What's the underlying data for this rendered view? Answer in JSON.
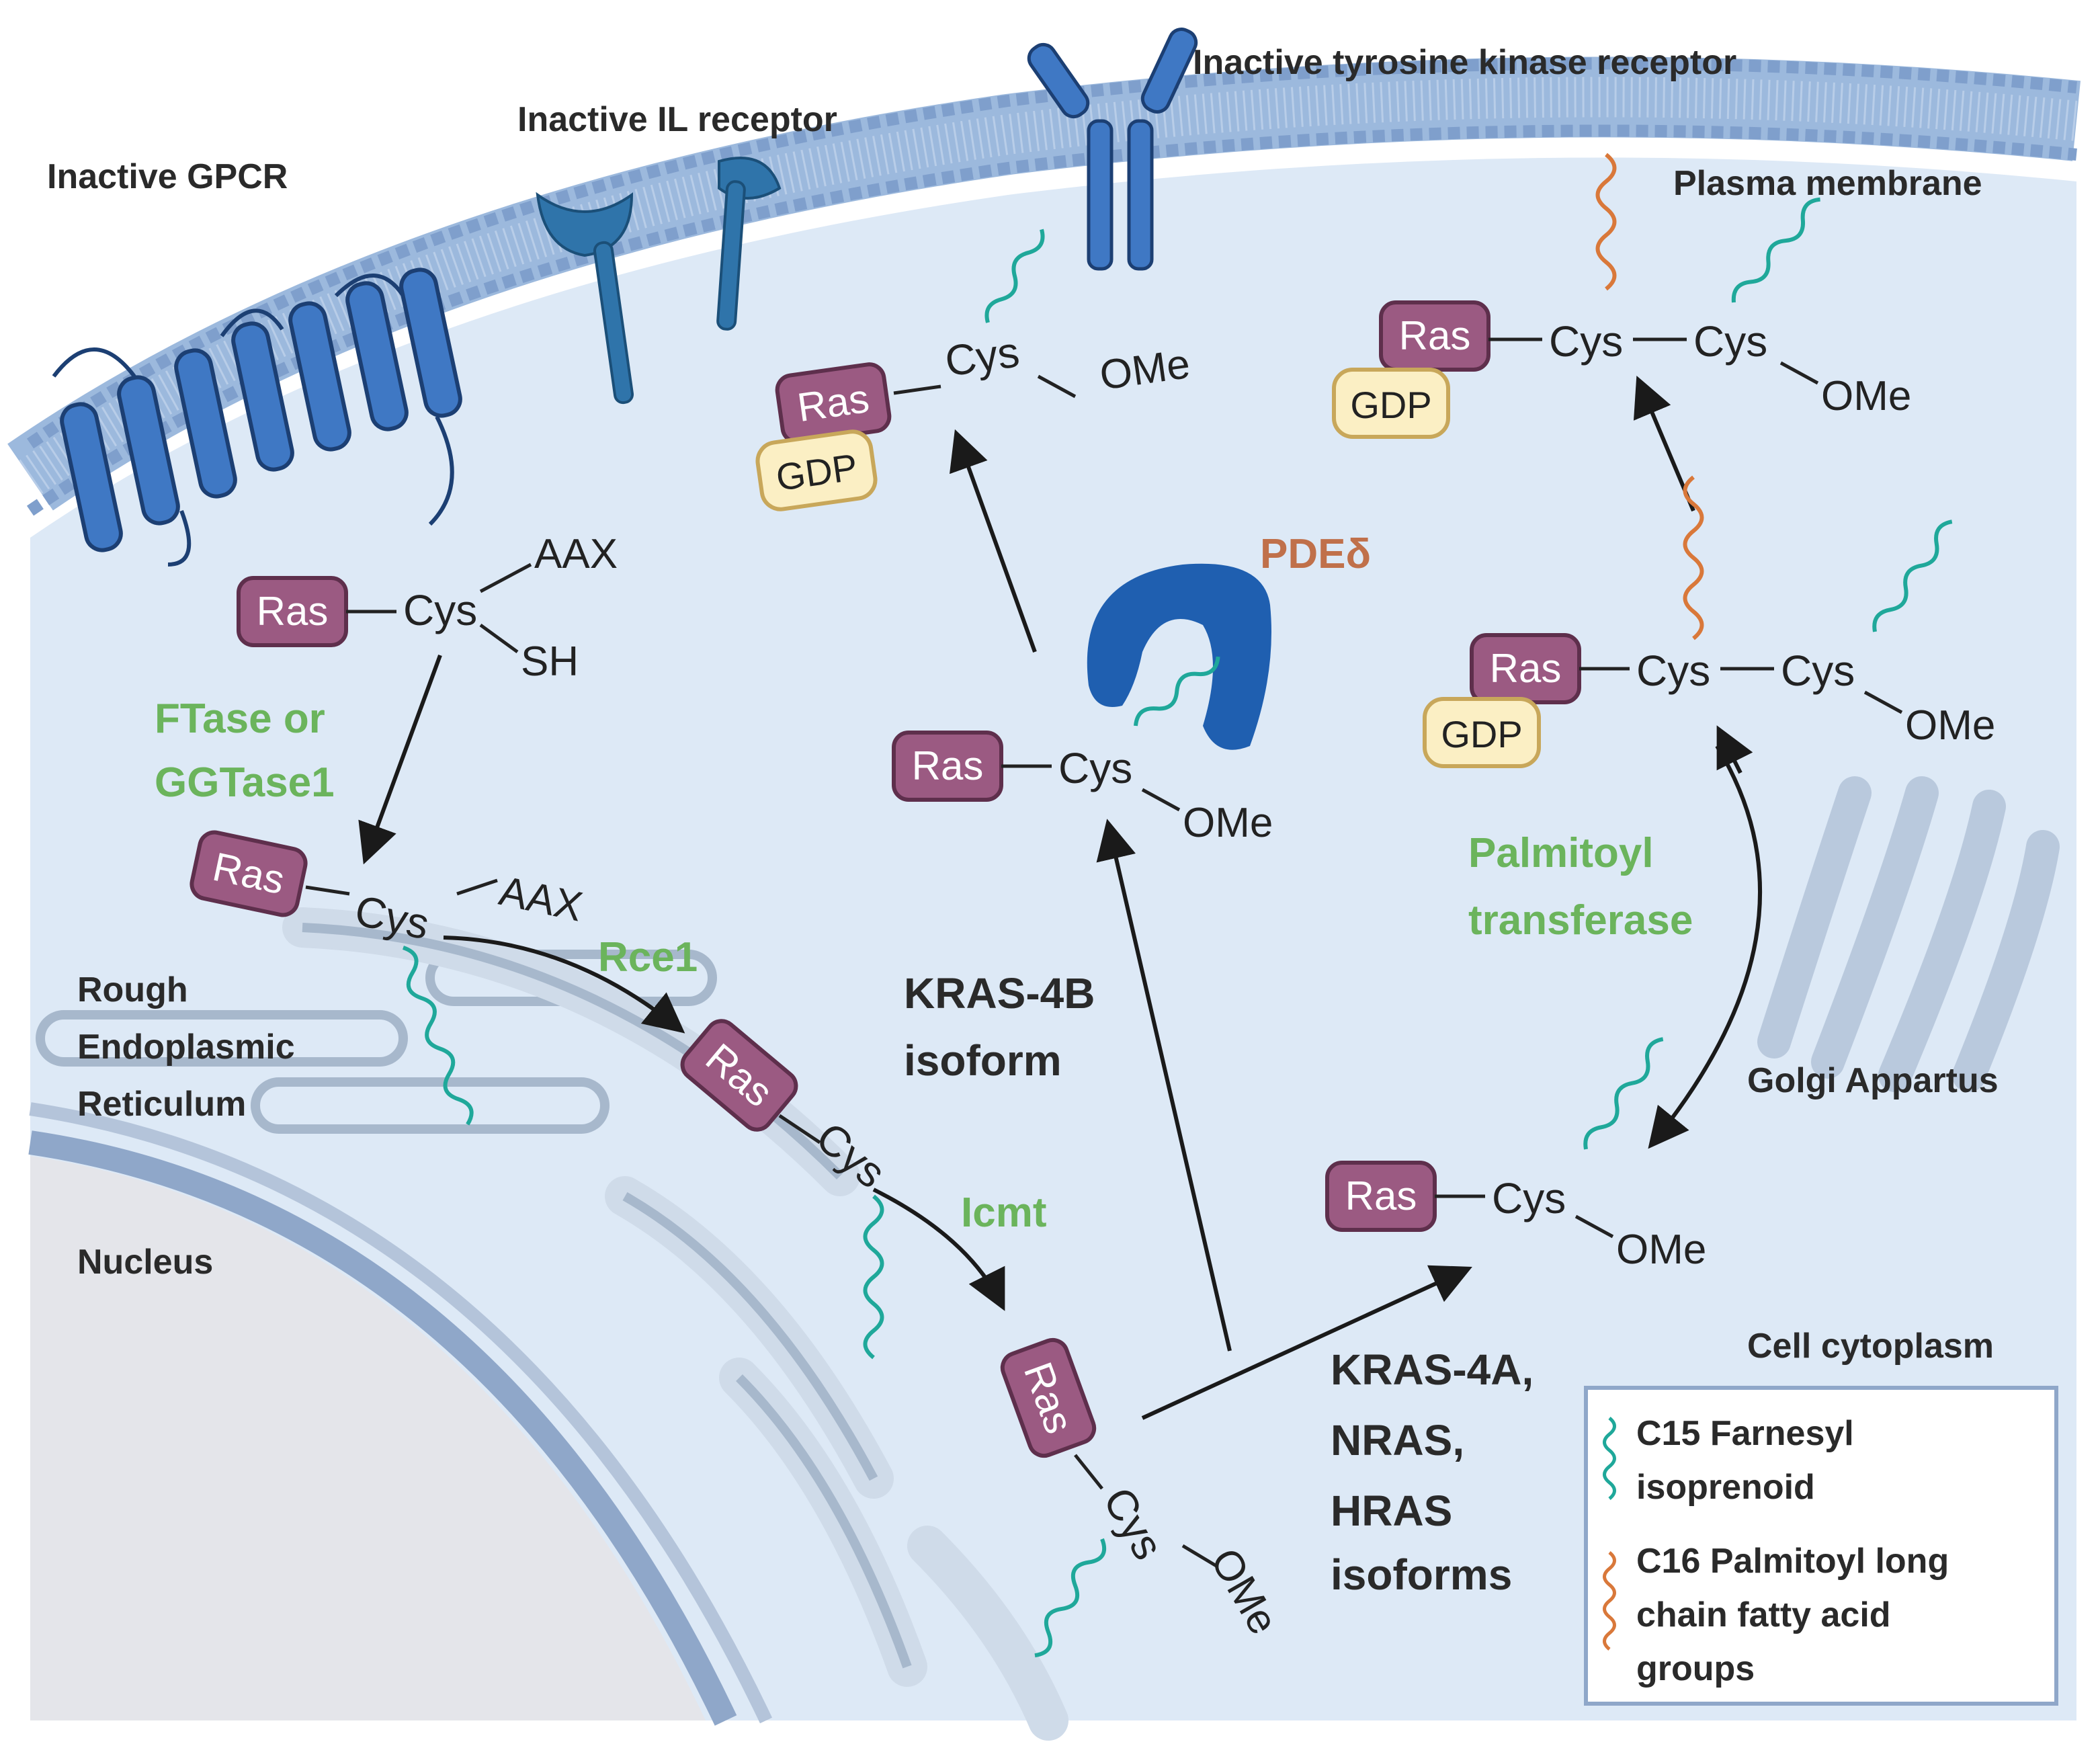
{
  "colors": {
    "cytoplasm": "#dde9f6",
    "membrane": "#9cb9dd",
    "membrane_dot": "#7f9fcc",
    "receptor": "#3f78c4",
    "il_receptor": "#2f74aa",
    "er": "#a7b8cc",
    "nucleus": "#e4e5ea",
    "nuclear_envelope": "#8fa7c9",
    "ras_fill": "#9b5a82",
    "ras_stroke": "#5e2f4c",
    "gdp_fill": "#fbefc4",
    "gdp_stroke": "#c8a75a",
    "farnesyl": "#1fa89a",
    "palmitoyl": "#d9783a",
    "pde": "#1f5fb0",
    "enzyme_label": "#6bb45c",
    "pde_label": "#c0704a",
    "arrow": "#1a1a1a"
  },
  "labels": {
    "gpcr": "Inactive GPCR",
    "il_receptor": "Inactive IL receptor",
    "tk_receptor": "Inactive tyrosine kinase receptor",
    "plasma_membrane": "Plasma membrane",
    "rough_er_line1": "Rough",
    "rough_er_line2": "Endoplasmic",
    "rough_er_line3": "Reticulum",
    "nucleus": "Nucleus",
    "golgi": "Golgi Appartus",
    "cytoplasm": "Cell cytoplasm",
    "kras4b_line1": "KRAS-4B",
    "kras4b_line2": "isoform",
    "others_line1": "KRAS-4A,",
    "others_line2": "NRAS,",
    "others_line3": "HRAS",
    "others_line4": "isoforms"
  },
  "enzymes": {
    "ftase_line1": "FTase or",
    "ftase_line2": "GGTase1",
    "rce1": "Rce1",
    "icmt": "Icmt",
    "palmitoyl_line1": "Palmitoyl",
    "palmitoyl_line2": "transferase",
    "pde_delta": "PDEδ"
  },
  "chem": {
    "ras": "Ras",
    "cys": "Cys",
    "aax": "AAX",
    "sh": "SH",
    "ome": "OMe",
    "gdp": "GDP"
  },
  "legend": {
    "farnesyl_line1": "C15 Farnesyl",
    "farnesyl_line2": "isoprenoid",
    "palmitoyl_line1": "C16 Palmitoyl long",
    "palmitoyl_line2": "chain fatty acid",
    "palmitoyl_line3": "groups"
  }
}
